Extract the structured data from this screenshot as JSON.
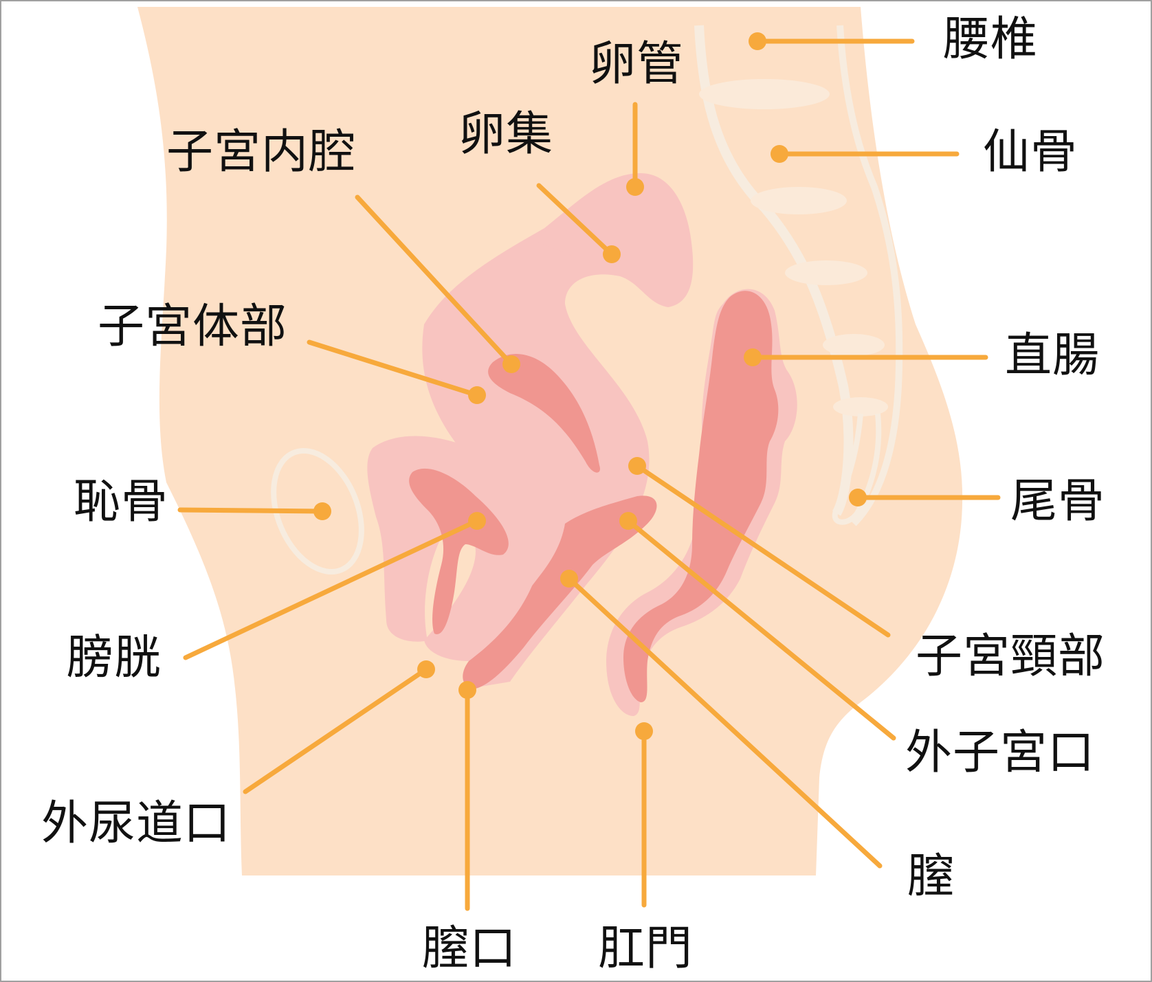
{
  "colors": {
    "skin": "#fde0c6",
    "organ_light": "#f8c4c0",
    "organ_dark": "#f09690",
    "bone": "#fbead9",
    "bone_outline": "#f7ecdf",
    "leader": "#f7a93c",
    "text": "#111111",
    "frame": "#a0a0a0"
  },
  "labels": {
    "lumbar": "腰椎",
    "sacrum": "仙骨",
    "oviduct": "卵管",
    "ovary": "卵集",
    "uterine_cavity": "子宮内腔",
    "uterine_body": "子宮体部",
    "rectum": "直腸",
    "pubic_bone": "恥骨",
    "coccyx": "尾骨",
    "bladder": "膀胱",
    "cervix": "子宮頸部",
    "external_os": "外子宮口",
    "urethral_opening": "外尿道口",
    "vagina": "膣",
    "vaginal_opening": "膣口",
    "anus": "肛門"
  }
}
